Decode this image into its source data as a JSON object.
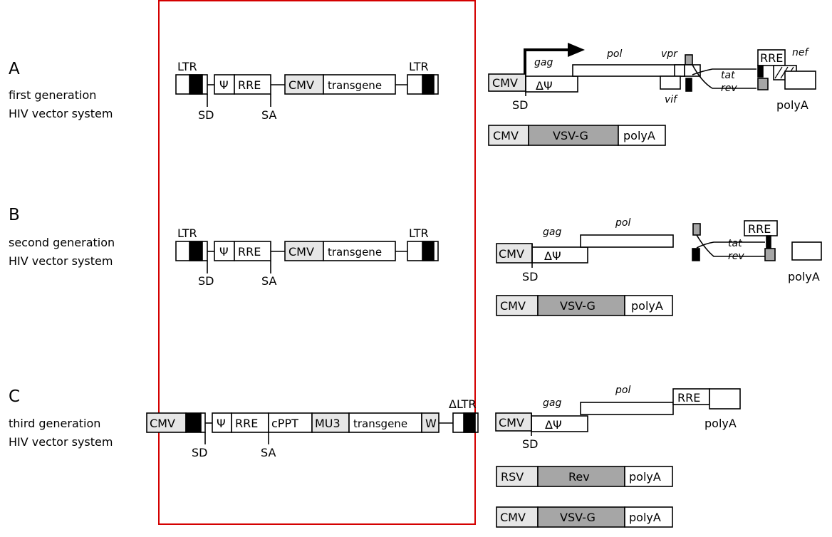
{
  "colors": {
    "frame": "#d40000",
    "light_fill": "#e6e6e6",
    "dark_fill": "#a6a6a6"
  },
  "A": {
    "letter": "A",
    "line1": "first generation",
    "line2": "HIV vector system"
  },
  "B": {
    "letter": "B",
    "line1": "second generation",
    "line2": "HIV vector system"
  },
  "C": {
    "letter": "C",
    "line1": "third generation",
    "line2": "HIV vector system"
  },
  "labels": {
    "LTR": "LTR",
    "dLTR": "ΔLTR",
    "psi": "Ψ",
    "RRE": "RRE",
    "CMV": "CMV",
    "transgene": "transgene",
    "SD": "SD",
    "SA": "SA",
    "cPPT": "cPPT",
    "MU3": "MU3",
    "W": "W",
    "dpsi": "ΔΨ",
    "gag": "gag",
    "pol": "pol",
    "vpr": "vpr",
    "vif": "vif",
    "tat": "tat",
    "rev": "rev",
    "nef": "nef",
    "polyA": "polyA",
    "VSVG": "VSV-G",
    "RSV": "RSV",
    "Rev": "Rev"
  }
}
